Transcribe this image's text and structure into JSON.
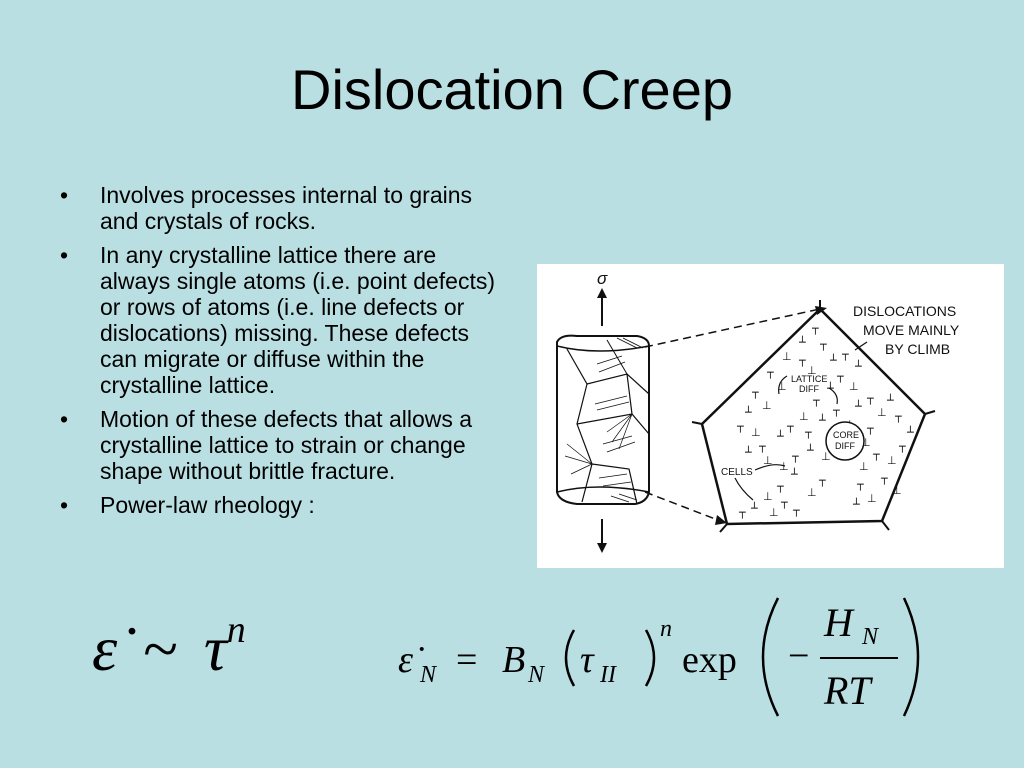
{
  "title": "Dislocation Creep",
  "bullets": [
    "Involves processes internal to grains and crystals of rocks.",
    "In any crystalline lattice there are always single atoms (i.e. point defects) or rows of atoms (i.e. line defects or dislocations) missing.  These defects can migrate or diffuse within the crystalline lattice.",
    "Motion of these defects that allows a crystalline lattice to strain or change shape without brittle fracture.",
    "Power-law rheology :"
  ],
  "bullet_char": "•",
  "figure": {
    "sigma": "σ",
    "label_main_1": "DISLOCATIONS",
    "label_main_2": "MOVE MAINLY",
    "label_main_3": "BY CLIMB",
    "lattice_1": "LATTICE",
    "lattice_2": "DIFF",
    "core_1": "CORE",
    "core_2": "DIFF",
    "cells": "CELLS"
  },
  "equation_simple": {
    "lhs": "ε̇",
    "op": "~",
    "base": "τ",
    "exp": "n"
  },
  "equation_full": {
    "lhs": "ε̇",
    "lhs_sub": "N",
    "eq": "=",
    "coef": "B",
    "coef_sub": "N",
    "tau": "τ",
    "tau_sub": "II",
    "exp_n": "n",
    "func": "exp",
    "minus": "−",
    "num": "H",
    "num_sub": "N",
    "den": "RT"
  },
  "colors": {
    "background": "#b9dfe3",
    "text": "#000000",
    "figure_bg": "#ffffff"
  }
}
